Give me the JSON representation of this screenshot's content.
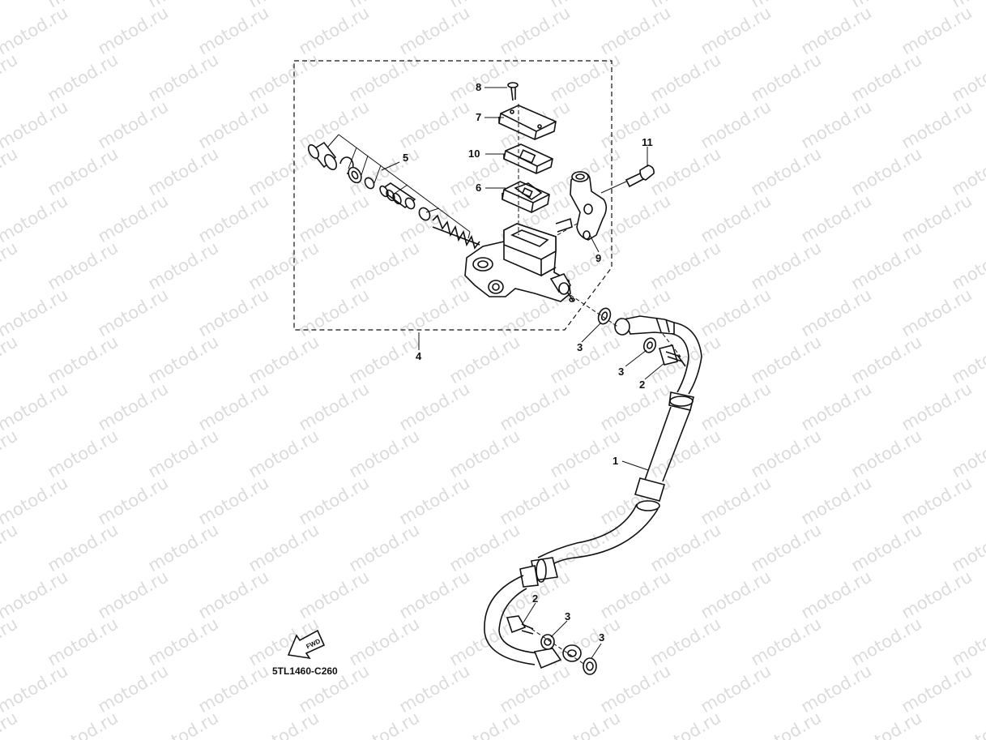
{
  "watermark": "motod.ru",
  "diagram_code": "5TL1460-C260",
  "fwd_label": "FWD",
  "callouts": {
    "p1": "1",
    "p2a": "2",
    "p2b": "2",
    "p3a": "3",
    "p3b": "3",
    "p3c": "3",
    "p3d": "3",
    "p4": "4",
    "p5": "5",
    "p6": "6",
    "p7": "7",
    "p8": "8",
    "p9": "9",
    "p10": "10",
    "p11": "11"
  }
}
